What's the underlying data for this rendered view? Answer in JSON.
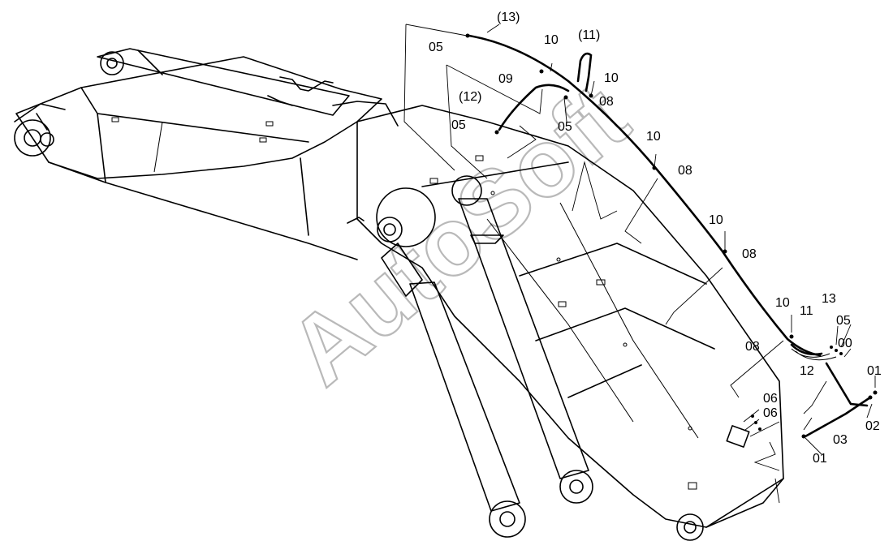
{
  "watermark": "AutoSoft",
  "callouts": [
    {
      "id": "c13p",
      "text": "(13)"
    },
    {
      "id": "c11p",
      "text": "(11)"
    },
    {
      "id": "c12p",
      "text": "(12)"
    },
    {
      "id": "c05a",
      "text": "05"
    },
    {
      "id": "c10a",
      "text": "10"
    },
    {
      "id": "c09",
      "text": "09"
    },
    {
      "id": "c10b",
      "text": "10"
    },
    {
      "id": "c08a",
      "text": "08"
    },
    {
      "id": "c05b",
      "text": "05"
    },
    {
      "id": "c05c",
      "text": "05"
    },
    {
      "id": "c10c",
      "text": "10"
    },
    {
      "id": "c08b",
      "text": "08"
    },
    {
      "id": "c10d",
      "text": "10"
    },
    {
      "id": "c08c",
      "text": "08"
    },
    {
      "id": "c10e",
      "text": "10"
    },
    {
      "id": "c11",
      "text": "11"
    },
    {
      "id": "c13",
      "text": "13"
    },
    {
      "id": "c05d",
      "text": "05"
    },
    {
      "id": "c08d",
      "text": "08"
    },
    {
      "id": "c00",
      "text": "00"
    },
    {
      "id": "c12",
      "text": "12"
    },
    {
      "id": "c01a",
      "text": "01"
    },
    {
      "id": "c06a",
      "text": "06"
    },
    {
      "id": "c06b",
      "text": "06"
    },
    {
      "id": "c02",
      "text": "02"
    },
    {
      "id": "c03",
      "text": "03"
    },
    {
      "id": "c01b",
      "text": "01"
    }
  ]
}
